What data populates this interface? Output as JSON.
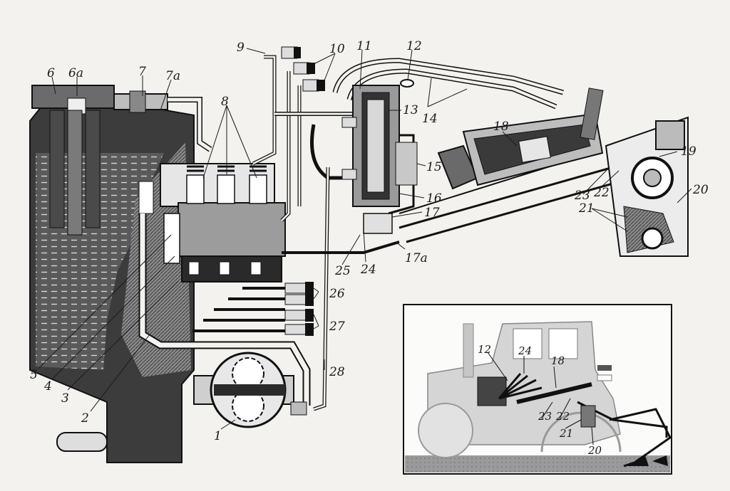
{
  "callouts": {
    "c1": "1",
    "c2": "2",
    "c3": "3",
    "c4": "4",
    "c5": "5",
    "c6": "6",
    "c6a": "6a",
    "c7": "7",
    "c7a": "7a",
    "c8": "8",
    "c9": "9",
    "c10": "10",
    "c11": "11",
    "c12": "12",
    "c13": "13",
    "c14": "14",
    "c15": "15",
    "c16": "16",
    "c17": "17",
    "c17a": "17a",
    "c18": "18",
    "c19": "19",
    "c20": "20",
    "c21": "21",
    "c22": "22",
    "c23": "23",
    "c24": "24",
    "c25": "25",
    "c26": "26",
    "c27": "27",
    "c28": "28"
  },
  "inset": {
    "l12": "12",
    "l24": "24",
    "l18": "18",
    "l23": "23",
    "l22": "22",
    "l21": "21",
    "l20": "20"
  },
  "colors": {
    "ink": "#1a1a1a",
    "paper": "#f3f2ee",
    "shade": "#555555",
    "light": "#cfcfcf"
  }
}
